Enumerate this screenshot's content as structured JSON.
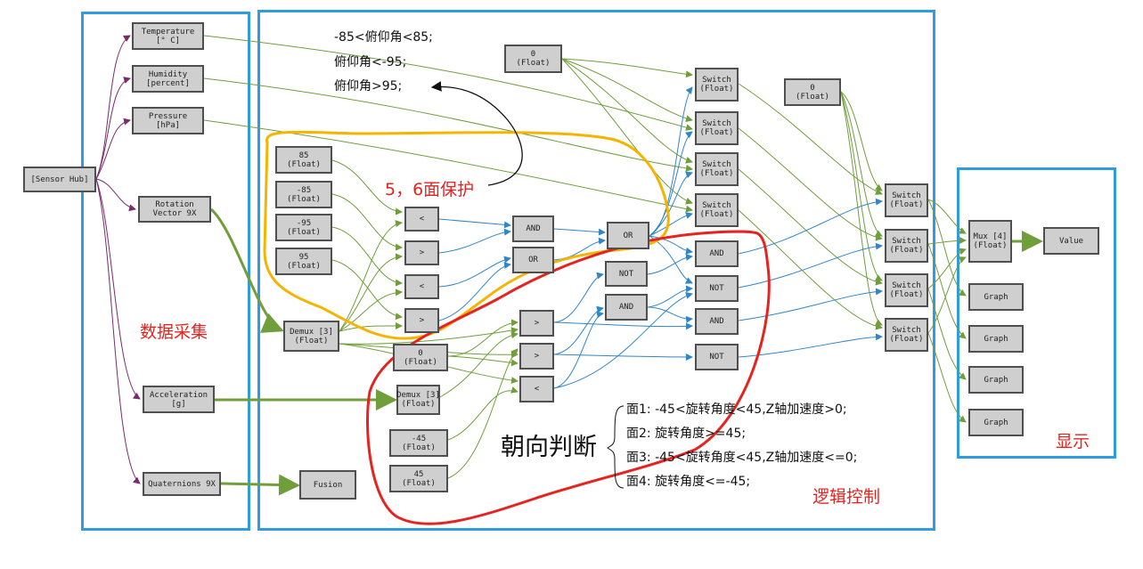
{
  "regions": {
    "acquisition": "数据采集",
    "logic": "逻辑控制",
    "display": "显示"
  },
  "annotations": {
    "protection": "5，6面保护",
    "orientation": "朝向判断",
    "pitch_rules": [
      "-85<俯仰角<85;",
      "俯仰角<-95;",
      "俯仰角>95;"
    ],
    "face_rules": [
      "面1:  -45<旋转角度<45,Z轴加速度>0;",
      "面2:  旋转角度>=45;",
      "面3:  -45<旋转角度<45,Z轴加速度<=0;",
      "面4:  旋转角度<=-45;"
    ]
  },
  "blocks": {
    "sensor_hub": "[Sensor Hub]",
    "temperature": "Temperature\n[° C]",
    "humidity": "Humidity\n[percent]",
    "pressure": "Pressure\n[hPa]",
    "rotation_vector": "Rotation\nVector 9X",
    "acceleration": "Acceleration\n[g]",
    "quaternions": "Quaternions 9X",
    "fusion": "Fusion",
    "c85": "85\n(Float)",
    "cm85": "-85\n(Float)",
    "cm95": "-95\n(Float)",
    "c95": "95\n(Float)",
    "cmp_lt1": "<",
    "cmp_gt1": ">",
    "cmp_lt2": "<",
    "cmp_gt2": ">",
    "and1": "AND",
    "or1": "OR",
    "or2": "OR",
    "demux3a": "Demux [3]\n(Float)",
    "zero_a": "0\n(Float)",
    "demux3b": "Demux [3]\n(Float)",
    "cm45": "-45\n(Float)",
    "c45": "45\n(Float)",
    "cmp_gt3": ">",
    "cmp_gt4": ">",
    "cmp_lt3": "<",
    "not1": "NOT",
    "and2": "AND",
    "zero_b": "0\n(Float)",
    "sw1": "Switch\n(Float)",
    "sw2": "Switch\n(Float)",
    "sw3": "Switch\n(Float)",
    "sw4": "Switch\n(Float)",
    "and3": "AND",
    "not2": "NOT",
    "and4": "AND",
    "not3": "NOT",
    "zero_c": "0\n(Float)",
    "sw5": "Switch\n(Float)",
    "sw6": "Switch\n(Float)",
    "sw7": "Switch\n(Float)",
    "sw8": "Switch\n(Float)",
    "mux4": "Mux [4]\n(Float)",
    "value": "Value",
    "graph1": "Graph",
    "graph2": "Graph",
    "graph3": "Graph",
    "graph4": "Graph"
  },
  "colors": {
    "region_border": "#2f9be0",
    "block_fill": "#cfcfcf",
    "wire_green": "#6f9e3a",
    "wire_blue": "#2f86c8",
    "wire_purple": "#7b2b6b",
    "highlight_yellow": "#f4b400",
    "highlight_red": "#e5231f"
  }
}
